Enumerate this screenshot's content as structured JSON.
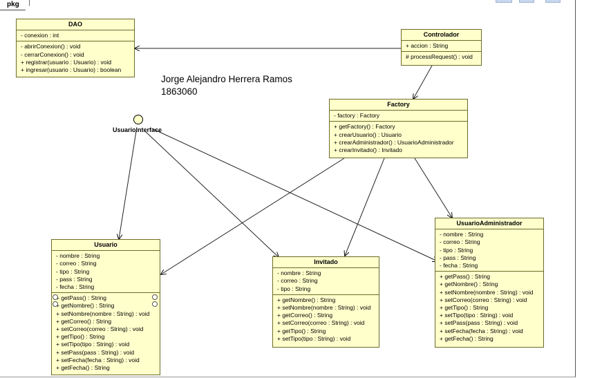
{
  "package_tab": "pkg",
  "author": {
    "name": "Jorge Alejandro Herrera Ramos",
    "id": "1863060"
  },
  "interface": {
    "name": "UsuarioInterface"
  },
  "classes": {
    "dao": {
      "name": "DAO",
      "attributes": [
        "- conexion : int"
      ],
      "operations": [
        "- abrirConexion() : void",
        "- cerrarConexion() : void",
        "+ registrar(usuario : Usuario) : void",
        "+ ingresar(usuario : Usuario) : boolean"
      ]
    },
    "controlador": {
      "name": "Controlador",
      "attributes": [
        "+ accion : String"
      ],
      "operations": [
        "# processRequest() : void"
      ]
    },
    "factory": {
      "name": "Factory",
      "attributes": [
        "- factory : Factory"
      ],
      "operations": [
        "+ getFactory() : Factory",
        "+ crearUsuario() : Usuario",
        "+ crearAdministrador() : UsuarioAdministrador",
        "+ crearInvitado() : Invitado"
      ]
    },
    "usuario": {
      "name": "Usuario",
      "attributes": [
        "- nombre : String",
        "- correo : String",
        "- tipo : String",
        "- pass : String",
        "- fecha : String"
      ],
      "operations": [
        "+ getPass() : String",
        "+ getNombre() : String",
        "+ setNombre(nombre : String) : void",
        "+ getCorreo() : String",
        "+ setCorreo(correo : String) : void",
        "+ getTipo() : String",
        "+ setTipo(tipo : String) : void",
        "+ setPass(pass : String) : void",
        "+ setFecha(fecha : String) : void",
        "+ getFecha() : String"
      ]
    },
    "invitado": {
      "name": "Invitado",
      "attributes": [
        "- nombre : String",
        "- correo : String",
        "- tipo : String"
      ],
      "operations": [
        "+ getNombre() : String",
        "+ setNombre(nombre : String) : void",
        "+ getCorreo() : String",
        "+ setCorreo(correo : String) : void",
        "+ getTipo() : String",
        "+ setTipo(tipo : String) : void"
      ]
    },
    "usuario_administrador": {
      "name": "UsuarioAdministrador",
      "attributes": [
        "- nombre : String",
        "- correo : String",
        "- tipo : String",
        "- pass : String",
        "- fecha : String"
      ],
      "operations": [
        "+ getPass() : String",
        "+ getNombre() : String",
        "+ setNombre(nombre : String) : void",
        "+ setCorreo(correo : String) : void",
        "+ getTipo() : String",
        "+ setTipo(tipo : String) : void",
        "+ setPass(pass : String) : void",
        "+ setFecha(fecha : String) : void",
        "+ getFecha() : String"
      ]
    }
  }
}
